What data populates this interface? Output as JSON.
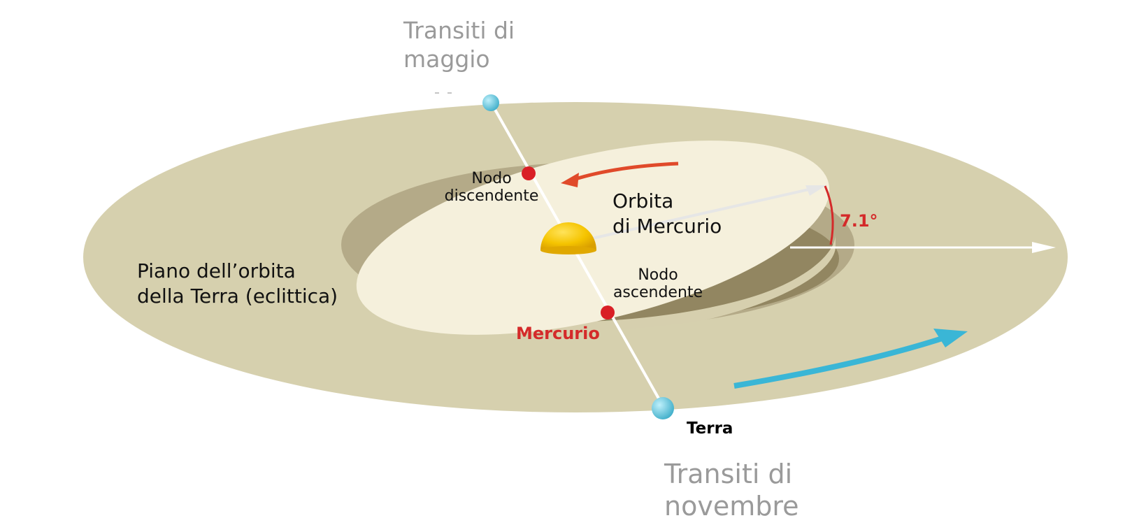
{
  "labels": {
    "transits_may": "Transiti di\nmaggio",
    "descending_node": "Nodo\ndiscendente",
    "mercury_orbit": "Orbita\ndi Mercurio",
    "inclination": "7.1°",
    "earth_plane": "Piano dell’orbita\ndella Terra (eclittica)",
    "ascending_node": "Nodo\nascendente",
    "mercury": "Mercurio",
    "earth": "Terra",
    "transits_november": "Transiti di\nnovembre"
  },
  "colors": {
    "ecliptic_disc": "#d6d0ae",
    "inner_orbit": "#f5f0dc",
    "inner_hole": "#b4aa88",
    "sun": "#f5c400",
    "planet_earth": "#63c6da",
    "planet_mercury": "#d91f26",
    "red_arrow": "#e04a2a",
    "blue_arrow": "#3ab6d6",
    "gray_text": "#9a9a9a",
    "red_text": "#d42a2a"
  }
}
